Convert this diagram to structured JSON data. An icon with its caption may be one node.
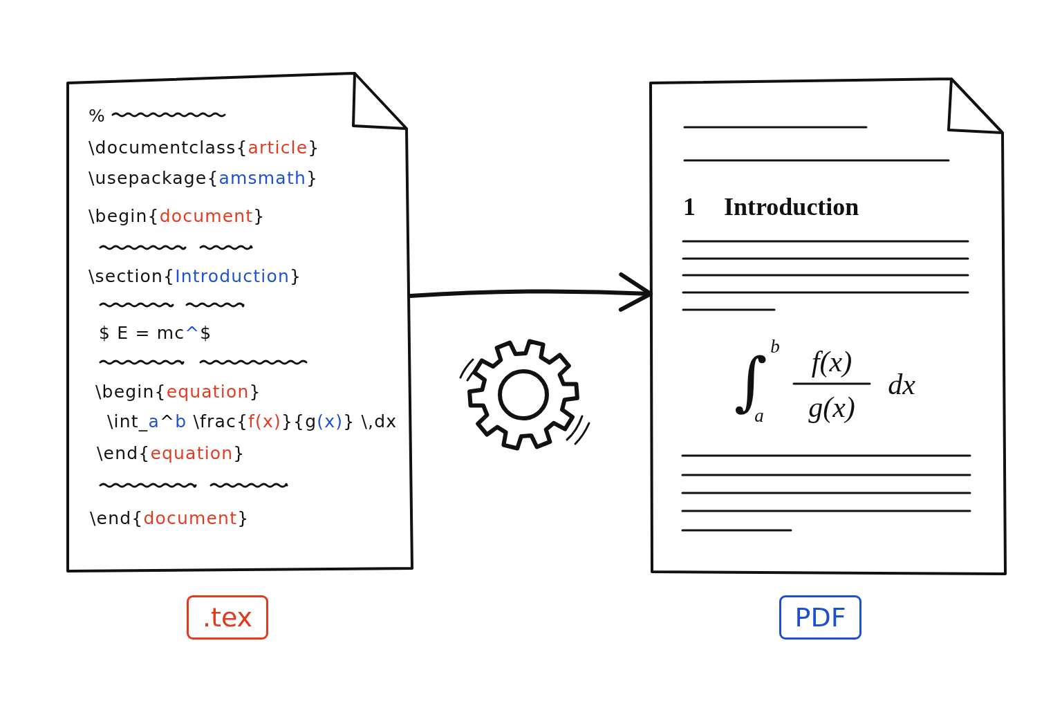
{
  "diagram": {
    "nodes": [
      {
        "text": [
          "%",
          "\\documentclass{article}",
          "\\usepackage{amsmath}",
          "\\begin{document}",
          "\\section{Introduction}",
          "$ E = mc^$",
          "\\begin{equation}",
          "\\int_a^b \\frac{f(x)}{g(x)} \\,dx",
          "\\end{equation}",
          "\\end{document}"
        ]
      },
      {
        "text": [
          "1",
          "Introduction",
          "∫",
          "b",
          "a",
          "f(x)",
          "g(x)",
          "dx"
        ]
      },
      {
        "text": [
          ".tex"
        ]
      },
      {
        "text": [
          "PDF"
        ]
      }
    ],
    "edges": [
      {
        "from": 0,
        "to": 1,
        "arrow": "to"
      }
    ]
  }
}
